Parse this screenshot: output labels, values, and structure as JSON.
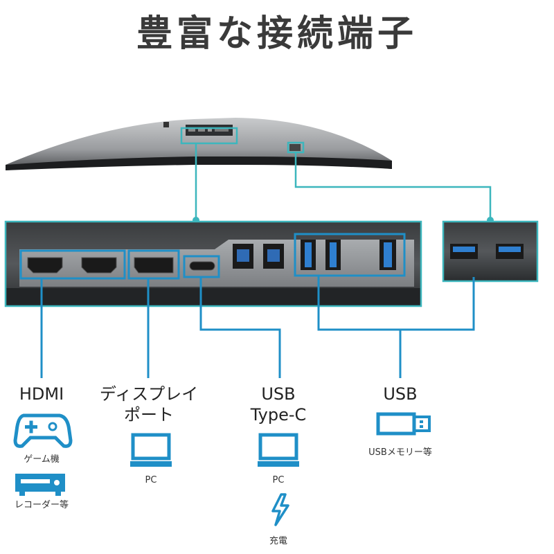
{
  "title": "豊富な接続端子",
  "colors": {
    "accent": "#1f8fc7",
    "highlight": "#3cb6bd",
    "panel": "#2b2b2b"
  },
  "groups": [
    {
      "name": "hdmi",
      "label": "HDMI",
      "devices": [
        {
          "icon": "gamepad-icon",
          "caption": "ゲーム機"
        },
        {
          "icon": "recorder-icon",
          "caption": "レコーダー等"
        }
      ]
    },
    {
      "name": "displayport",
      "label_line1": "ディスプレイ",
      "label_line2": "ポート",
      "devices": [
        {
          "icon": "laptop-icon",
          "caption": "PC"
        }
      ]
    },
    {
      "name": "usb-type-c",
      "label_line1": "USB",
      "label_line2": "Type-C",
      "devices": [
        {
          "icon": "laptop-icon",
          "caption": "PC"
        },
        {
          "icon": "lightning-icon",
          "caption": "充電"
        }
      ]
    },
    {
      "name": "usb",
      "label": "USB",
      "devices": [
        {
          "icon": "usb-stick-icon",
          "caption": "USBメモリー等"
        }
      ]
    }
  ]
}
